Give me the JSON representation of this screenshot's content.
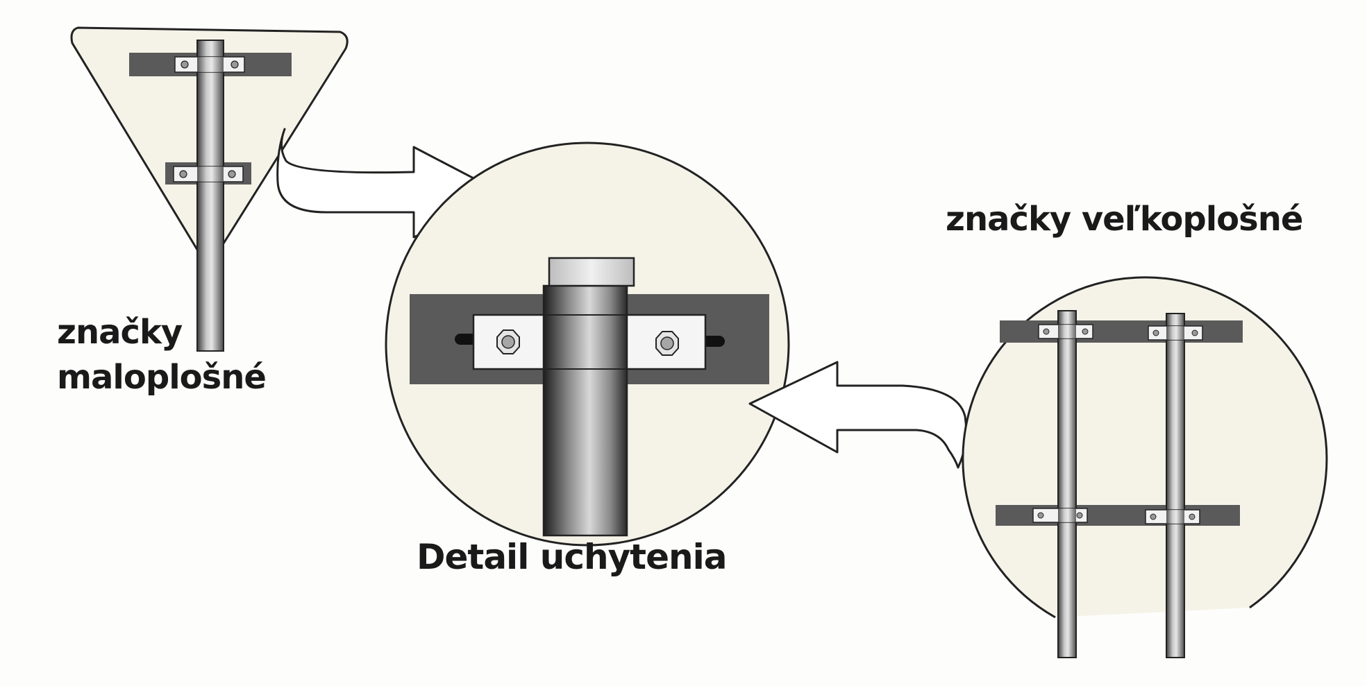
{
  "labels": {
    "small_signs_line1": "značky",
    "small_signs_line2": "maloplošné",
    "large_signs": "značky veľkoplošné",
    "detail": "Detail uchytenia"
  },
  "colors": {
    "background": "#fdfdfb",
    "panel_fill": "#f5f3e8",
    "bracket": "#5a5a5a",
    "outline": "#222222"
  }
}
